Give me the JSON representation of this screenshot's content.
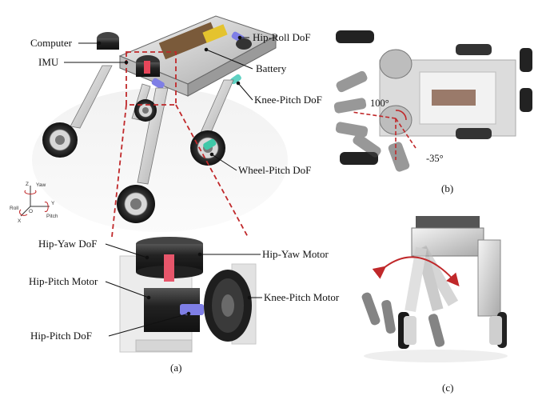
{
  "labels": {
    "computer": "Computer",
    "imu": "IMU",
    "hip_roll_dof": "Hip-Roll DoF",
    "battery": "Battery",
    "knee_pitch_dof": "Knee-Pitch DoF",
    "wheel_pitch_dof": "Wheel-Pitch DoF",
    "hip_yaw_dof": "Hip-Yaw DoF",
    "hip_yaw_motor": "Hip-Yaw Motor",
    "hip_pitch_motor": "Hip-Pitch Motor",
    "knee_pitch_motor": "Knee-Pitch Motor",
    "hip_pitch_dof": "Hip-Pitch DoF"
  },
  "axes": {
    "z": "Z",
    "yaw": "Yaw",
    "y": "Y",
    "roll": "Roll",
    "o": "O",
    "x": "X",
    "pitch": "Pitch"
  },
  "angles": {
    "upper": "100°",
    "lower": "-35°"
  },
  "captions": {
    "a": "(a)",
    "b": "(b)",
    "c": "(c)"
  },
  "colors": {
    "dashed_red": "#c0282a",
    "imu_red": "#e8465a",
    "dof_blue": "#7f7fe6",
    "knee_teal": "#5fd2c3",
    "wheel_teal": "#3fc8a8",
    "yaw_pink": "#e7566b"
  }
}
